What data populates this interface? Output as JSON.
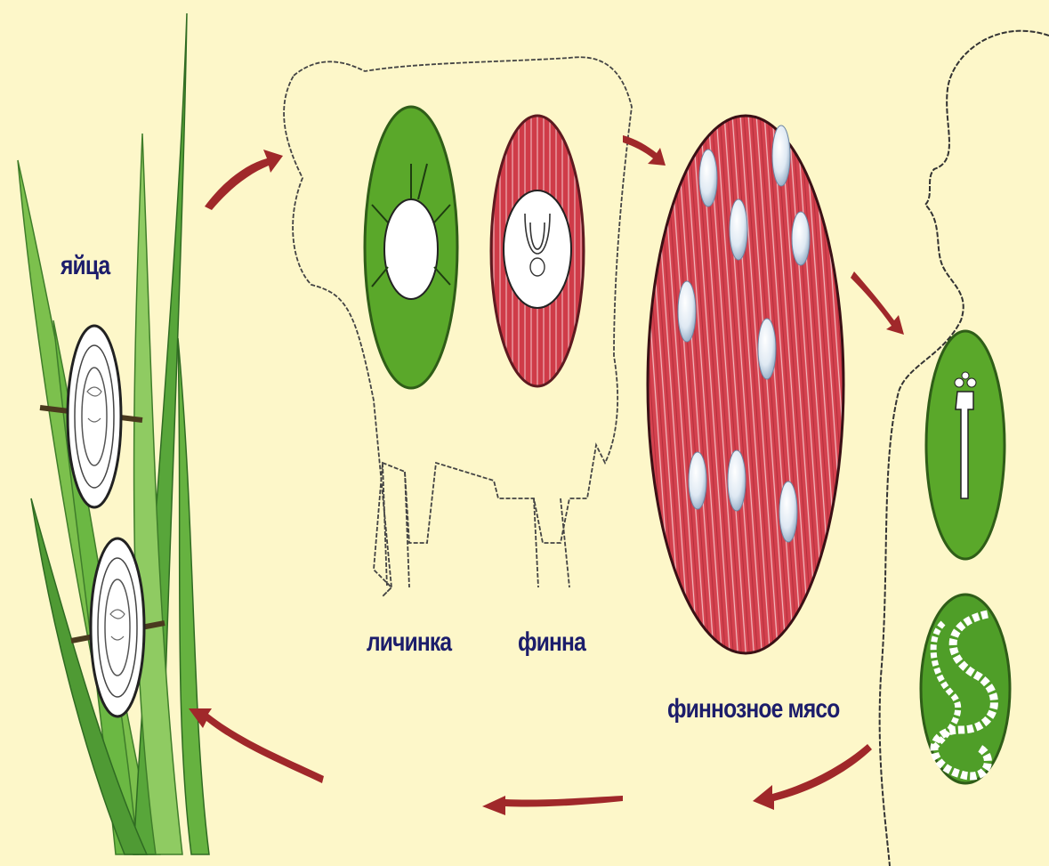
{
  "labels": {
    "eggs": "яйца",
    "larva": "личинка",
    "finna": "финна",
    "finnous_meat": "финнозное мясо"
  },
  "colors": {
    "background": "#fdf7c9",
    "grass": "#5cae3a",
    "green_circle": "#5aa82a",
    "red_circle": "#c93c4a",
    "arrow": "#a0282a",
    "label": "#1c1d6b"
  }
}
